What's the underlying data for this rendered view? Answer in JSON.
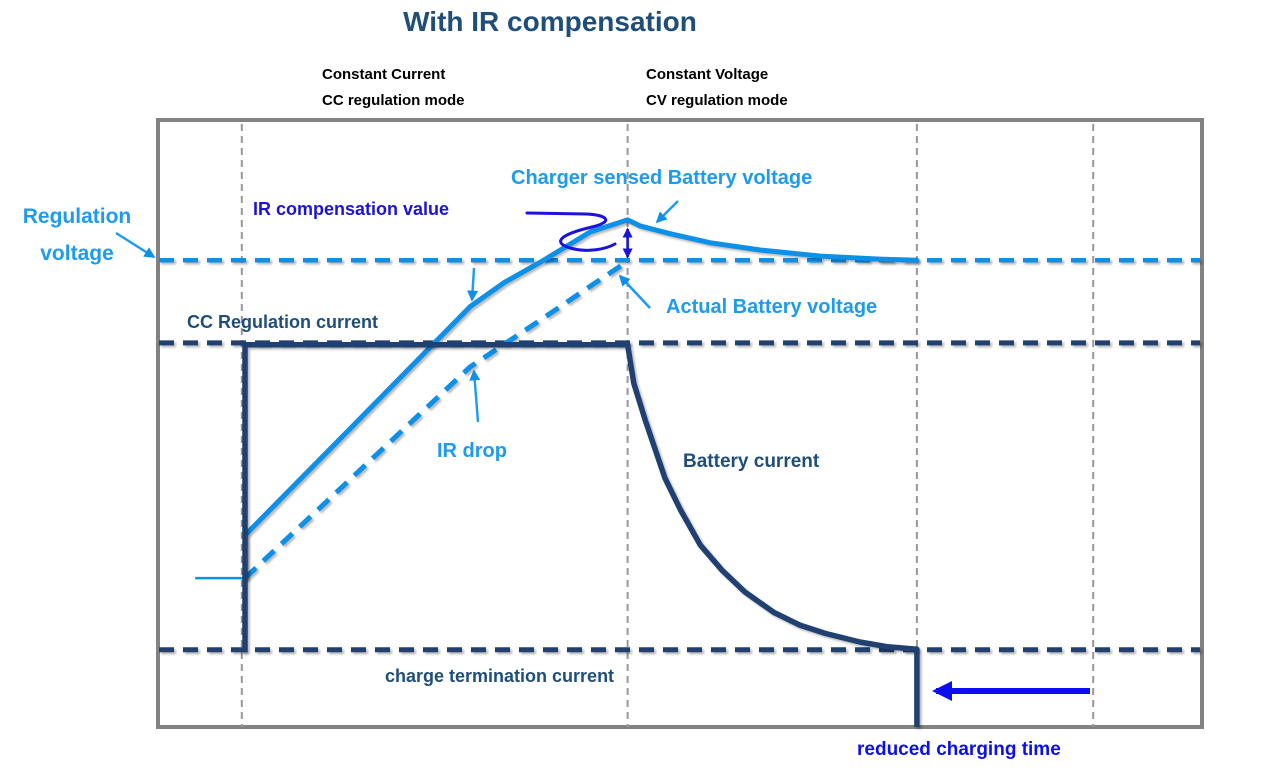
{
  "title": "With IR compensation",
  "phase_labels": {
    "cc": {
      "line1": "Constant Current",
      "line2": "CC regulation mode"
    },
    "cv": {
      "line1": "Constant Voltage",
      "line2": "CV regulation mode"
    }
  },
  "annotations": {
    "regulation_voltage": {
      "line1": "Regulation",
      "line2": "voltage"
    },
    "charger_sensed": "Charger sensed Battery voltage",
    "ir_compensation": "IR compensation value",
    "actual_battery": "Actual Battery voltage",
    "cc_regulation_current": "CC Regulation current",
    "ir_drop": "IR drop",
    "battery_current": "Battery current",
    "charge_termination_current": "charge termination current",
    "reduced_charging_time": "reduced charging time"
  },
  "colors": {
    "title_navy": "#1f4e79",
    "navy_line": "#1f4070",
    "light_blue_line": "#0d90e8",
    "light_blue_text": "#1d9bf0",
    "annotation_blue": "#1b12dd",
    "bright_blue": "#0d0df2",
    "grid_gray": "#989898",
    "border_gray": "#828282",
    "mode_label_black": "#000000"
  },
  "chart_data": {
    "type": "line",
    "title": "With IR compensation",
    "x_axis": {
      "label": "",
      "range": [
        0,
        10
      ],
      "ticks_visible": false
    },
    "y_axis": {
      "label": "",
      "range": [
        0,
        1
      ],
      "ticks_visible": false
    },
    "grid": {
      "vertical_dashed_lines_t": [
        0.77,
        4.49,
        7.28,
        8.98
      ]
    },
    "phases": [
      {
        "name": "CC regulation mode",
        "t_start": 0.8,
        "t_end": 4.49
      },
      {
        "name": "CV regulation mode",
        "t_start": 4.49,
        "t_end": 7.28
      }
    ],
    "reference_lines": [
      {
        "id": "regulation_voltage",
        "label": "Regulation voltage",
        "v": 0.774,
        "style": "dashed",
        "color": "#0d90e8"
      },
      {
        "id": "cc_regulation_current",
        "label": "CC Regulation current",
        "v": 0.637,
        "style": "dashed",
        "color": "#1f4070"
      },
      {
        "id": "charge_termination_current",
        "label": "charge termination current",
        "v": 0.128,
        "style": "dashed",
        "color": "#1f4070"
      }
    ],
    "series": [
      {
        "id": "pre_charge_voltage",
        "label": "",
        "style": "solid",
        "color": "#0d90e8",
        "points": [
          [
            0.32,
            0.247
          ],
          [
            0.8,
            0.247
          ]
        ]
      },
      {
        "id": "charger_sensed_voltage",
        "label": "Charger sensed Battery voltage",
        "style": "solid",
        "color": "#0d90e8",
        "points": [
          [
            0.8,
            0.247
          ],
          [
            0.8,
            0.318
          ],
          [
            1.81,
            0.494
          ],
          [
            2.97,
            0.697
          ],
          [
            3.3,
            0.737
          ],
          [
            3.65,
            0.771
          ],
          [
            4.13,
            0.821
          ],
          [
            4.49,
            0.841
          ],
          [
            4.61,
            0.831
          ],
          [
            4.9,
            0.818
          ],
          [
            5.29,
            0.803
          ],
          [
            5.77,
            0.791
          ],
          [
            6.35,
            0.781
          ],
          [
            6.92,
            0.776
          ],
          [
            7.28,
            0.774
          ]
        ]
      },
      {
        "id": "actual_battery_voltage",
        "label": "Actual Battery voltage",
        "style": "dashed",
        "color": "#0d90e8",
        "points": [
          [
            0.8,
            0.247
          ],
          [
            1.81,
            0.41
          ],
          [
            2.97,
            0.597
          ],
          [
            3.65,
            0.675
          ],
          [
            4.13,
            0.731
          ],
          [
            4.47,
            0.77
          ]
        ]
      },
      {
        "id": "battery_current",
        "label": "Battery current",
        "style": "solid",
        "color": "#1f4070",
        "points": [
          [
            0.8,
            0.124
          ],
          [
            0.8,
            0.634
          ],
          [
            4.49,
            0.634
          ],
          [
            4.55,
            0.57
          ],
          [
            4.66,
            0.509
          ],
          [
            4.85,
            0.413
          ],
          [
            5.0,
            0.36
          ],
          [
            5.19,
            0.302
          ],
          [
            5.4,
            0.26
          ],
          [
            5.62,
            0.224
          ],
          [
            5.9,
            0.19
          ],
          [
            6.15,
            0.169
          ],
          [
            6.4,
            0.155
          ],
          [
            6.73,
            0.141
          ],
          [
            7.0,
            0.133
          ],
          [
            7.28,
            0.129
          ],
          [
            7.28,
            0.0
          ]
        ]
      }
    ]
  }
}
